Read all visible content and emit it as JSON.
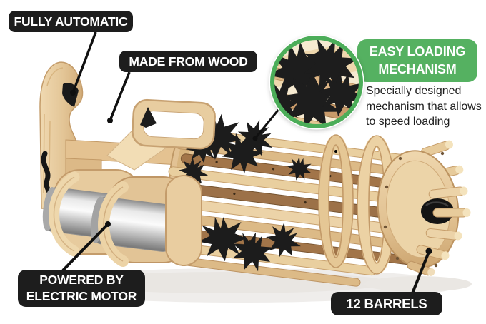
{
  "callouts": {
    "fully_automatic": {
      "label": "FULLY AUTOMATIC"
    },
    "made_from_wood": {
      "label": "MADE FROM WOOD"
    },
    "easy_loading": {
      "title_lines": [
        "EASY LOADING",
        "MECHANISM"
      ],
      "description_lines": [
        "Specially designed",
        "mechanism that allows",
        "to speed loading"
      ]
    },
    "powered_by_electric_motor": {
      "label_lines": [
        "POWERED BY",
        "ELECTRIC MOTOR"
      ]
    },
    "twelve_barrels": {
      "label": "12 BARRELS"
    }
  },
  "colors": {
    "label_background": "#1d1d1d",
    "label_text": "#ffffff",
    "accent_green": "#55b161",
    "accent_green_ring": "#4cad59",
    "description_text": "#1e1e1e",
    "leader_line": "#101010",
    "wood_light": "#ecd3aa",
    "wood_mid": "#ddbd8e",
    "wood_dark": "#c49a68",
    "slat_brown": "#a27549",
    "gear_black": "#1c1c1c",
    "motor_silver": "#c7c7c7",
    "background": "#ffffff"
  }
}
